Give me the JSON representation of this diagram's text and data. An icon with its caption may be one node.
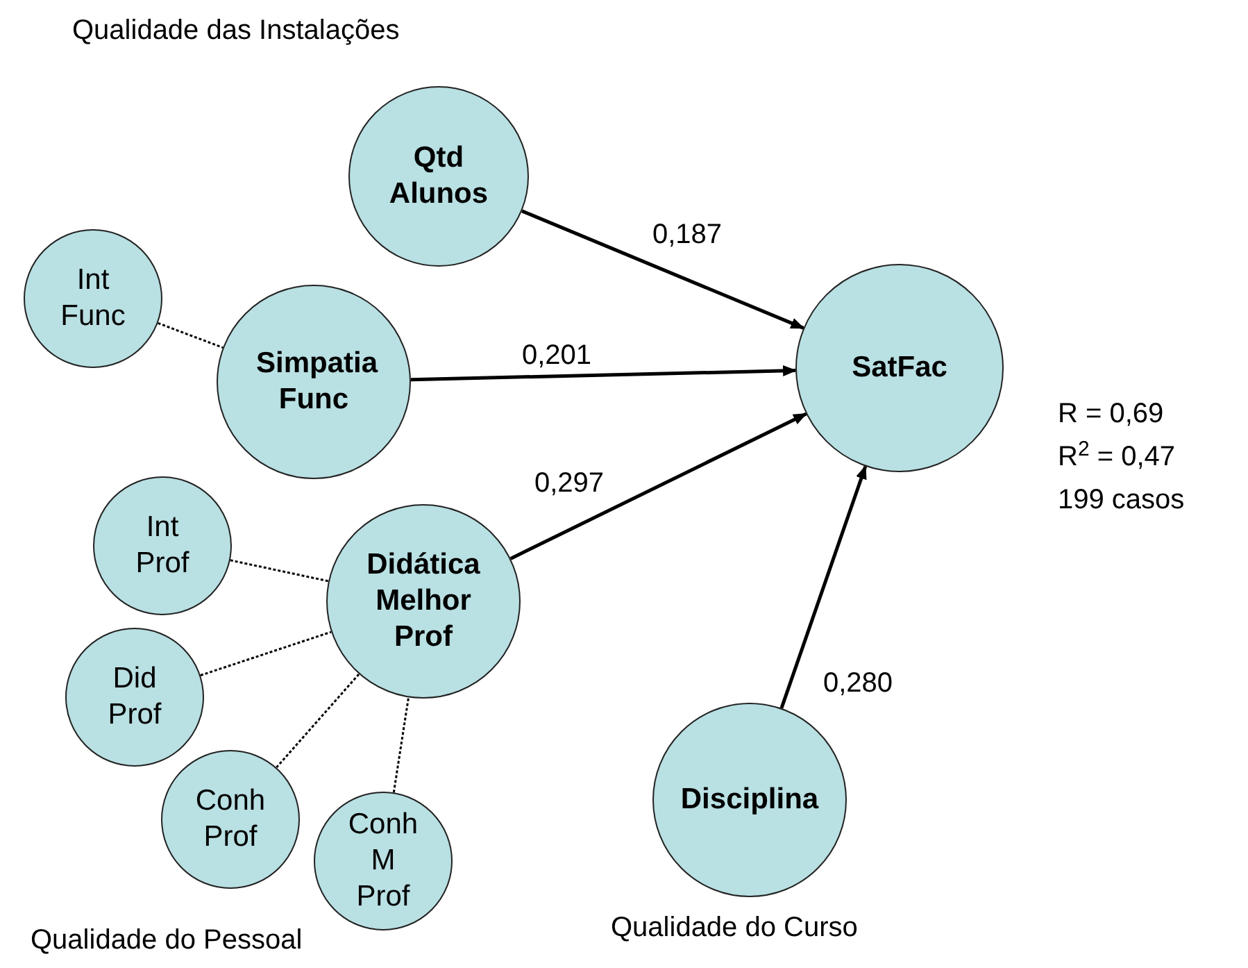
{
  "diagram": {
    "nodes": [
      {
        "text": [
          "Qtd Alunos"
        ]
      },
      {
        "text": [
          "SatFac"
        ]
      },
      {
        "text": [
          "Int Func"
        ]
      },
      {
        "text": [
          "Simpatia Func"
        ]
      },
      {
        "text": [
          "Int Prof"
        ]
      },
      {
        "text": [
          "Didática Melhor Prof"
        ]
      },
      {
        "text": [
          "Did Prof"
        ]
      },
      {
        "text": [
          "Conh Prof"
        ]
      },
      {
        "text": [
          "Conh M Prof"
        ]
      },
      {
        "text": [
          "Disciplina"
        ]
      }
    ],
    "edges": [
      {
        "from": 0,
        "to": 1,
        "arrow": "to",
        "label": "0,187"
      },
      {
        "from": 3,
        "to": 1,
        "arrow": "to",
        "label": "0,201"
      },
      {
        "from": 5,
        "to": 1,
        "arrow": "to",
        "label": "0,297"
      },
      {
        "from": 9,
        "to": 1,
        "arrow": "to",
        "label": "0,280"
      },
      {
        "from": 2,
        "to": 3,
        "arrow": "none",
        "style": "dashed"
      },
      {
        "from": 4,
        "to": 5,
        "arrow": "none",
        "style": "dashed"
      },
      {
        "from": 6,
        "to": 5,
        "arrow": "none",
        "style": "dashed"
      },
      {
        "from": 7,
        "to": 5,
        "arrow": "none",
        "style": "dashed"
      },
      {
        "from": 8,
        "to": 5,
        "arrow": "none",
        "style": "dashed"
      }
    ],
    "labels": [
      "Qualidade das Instalações",
      "R = 0,69",
      "R$^{2}$ = 0,47",
      "199 casos",
      "Qualidade do Pessoal",
      "Qualidade do Curso"
    ]
  }
}
